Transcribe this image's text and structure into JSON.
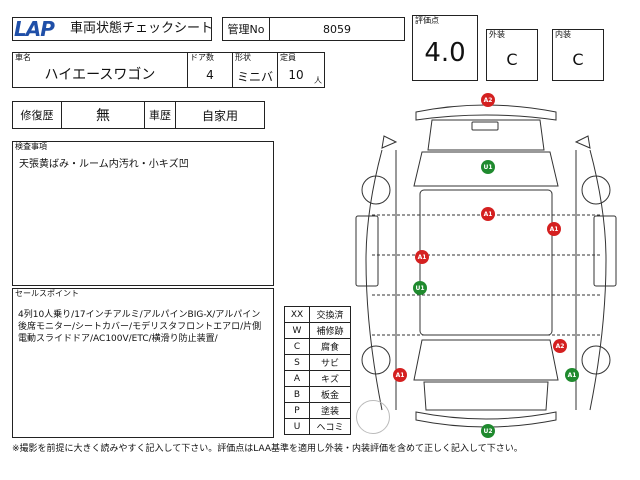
{
  "header": {
    "logo": "LAP",
    "title": "車両状態チェックシート",
    "control_no_label": "管理No",
    "control_no_value": "8059"
  },
  "scores": {
    "overall_label": "評価点",
    "overall_value": "4.0",
    "exterior_label": "外装",
    "exterior_value": "C",
    "interior_label": "内装",
    "interior_value": "C"
  },
  "vehicle": {
    "name_label": "車名",
    "name_value": "ハイエースワゴン",
    "doors_label": "ドア数",
    "doors_value": "4",
    "shape_label": "形状",
    "shape_value": "ミニバ",
    "capacity_label": "定員",
    "capacity_value": "10",
    "capacity_unit": "人"
  },
  "history": {
    "repair_label": "修復歴",
    "repair_value": "無",
    "usage_label": "車歴",
    "usage_value": "自家用"
  },
  "inspection": {
    "label": "検査事項",
    "text": "天張黄ばみ・ルーム内汚れ・小キズ凹"
  },
  "sales": {
    "label": "セールスポイント",
    "text": "4列10人乗り/17インチアルミ/アルパインBIG-X/アルパイン後席モニター/シートカバー/モデリスタフロントエアロ/片側電動スライドドア/AC100V/ETC/横滑り防止装置/"
  },
  "legend": [
    {
      "code": "XX",
      "meaning": "交換済"
    },
    {
      "code": "W",
      "meaning": "補修跡"
    },
    {
      "code": "C",
      "meaning": "腐食"
    },
    {
      "code": "S",
      "meaning": "サビ"
    },
    {
      "code": "A",
      "meaning": "キズ"
    },
    {
      "code": "B",
      "meaning": "板金"
    },
    {
      "code": "P",
      "meaning": "塗装"
    },
    {
      "code": "U",
      "meaning": "ヘコミ"
    }
  ],
  "damage_marks": [
    {
      "code": "A2",
      "color": "#d42020"
    },
    {
      "code": "U1",
      "color": "#1f8a2e"
    },
    {
      "code": "A1",
      "color": "#d42020"
    },
    {
      "code": "A1",
      "color": "#d42020"
    },
    {
      "code": "A1",
      "color": "#d42020"
    },
    {
      "code": "U1",
      "color": "#1f8a2e"
    },
    {
      "code": "A2",
      "color": "#d42020"
    },
    {
      "code": "A1",
      "color": "#d42020"
    },
    {
      "code": "A1",
      "color": "#1f8a2e"
    },
    {
      "code": "U2",
      "color": "#1f8a2e"
    }
  ],
  "footer": "※撮影を前提に大きく読みやすく記入して下さい。評価点はLAA基準を適用し外装・内装評価を含めて正しく記入して下さい。",
  "colors": {
    "logo": "#1f4fa8",
    "damage_red": "#d42020",
    "damage_green": "#1f8a2e"
  }
}
